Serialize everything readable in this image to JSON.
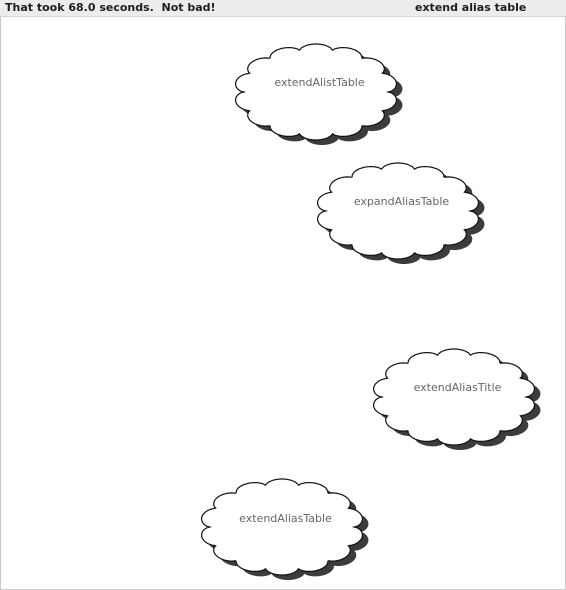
{
  "status": {
    "message": "That took 68.0 seconds.  Not bad!",
    "target_word": "extend alias table"
  },
  "clouds": [
    {
      "label": "extendAlistTable"
    },
    {
      "label": "expandAliasTable"
    },
    {
      "label": "extendAliasTitle"
    },
    {
      "label": "extendAliasTable"
    }
  ]
}
